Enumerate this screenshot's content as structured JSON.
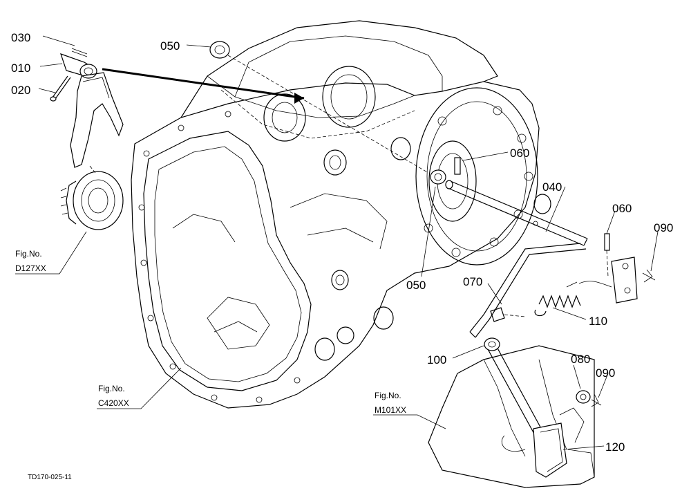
{
  "labels": {
    "p030": "030",
    "p010": "010",
    "p020": "020",
    "p050a": "050",
    "p060a": "060",
    "p040": "040",
    "p060b": "060",
    "p090a": "090",
    "p050b": "050",
    "p070": "070",
    "p110": "110",
    "p100": "100",
    "p080": "080",
    "p090b": "090",
    "p120": "120"
  },
  "references": {
    "d127_title": "Fig.No.",
    "d127_code": "D127XX",
    "c420_title": "Fig.No.",
    "c420_code": "C420XX",
    "m101_title": "Fig.No.",
    "m101_code": "M101XX"
  },
  "drawing_code": "TD170-025-11"
}
